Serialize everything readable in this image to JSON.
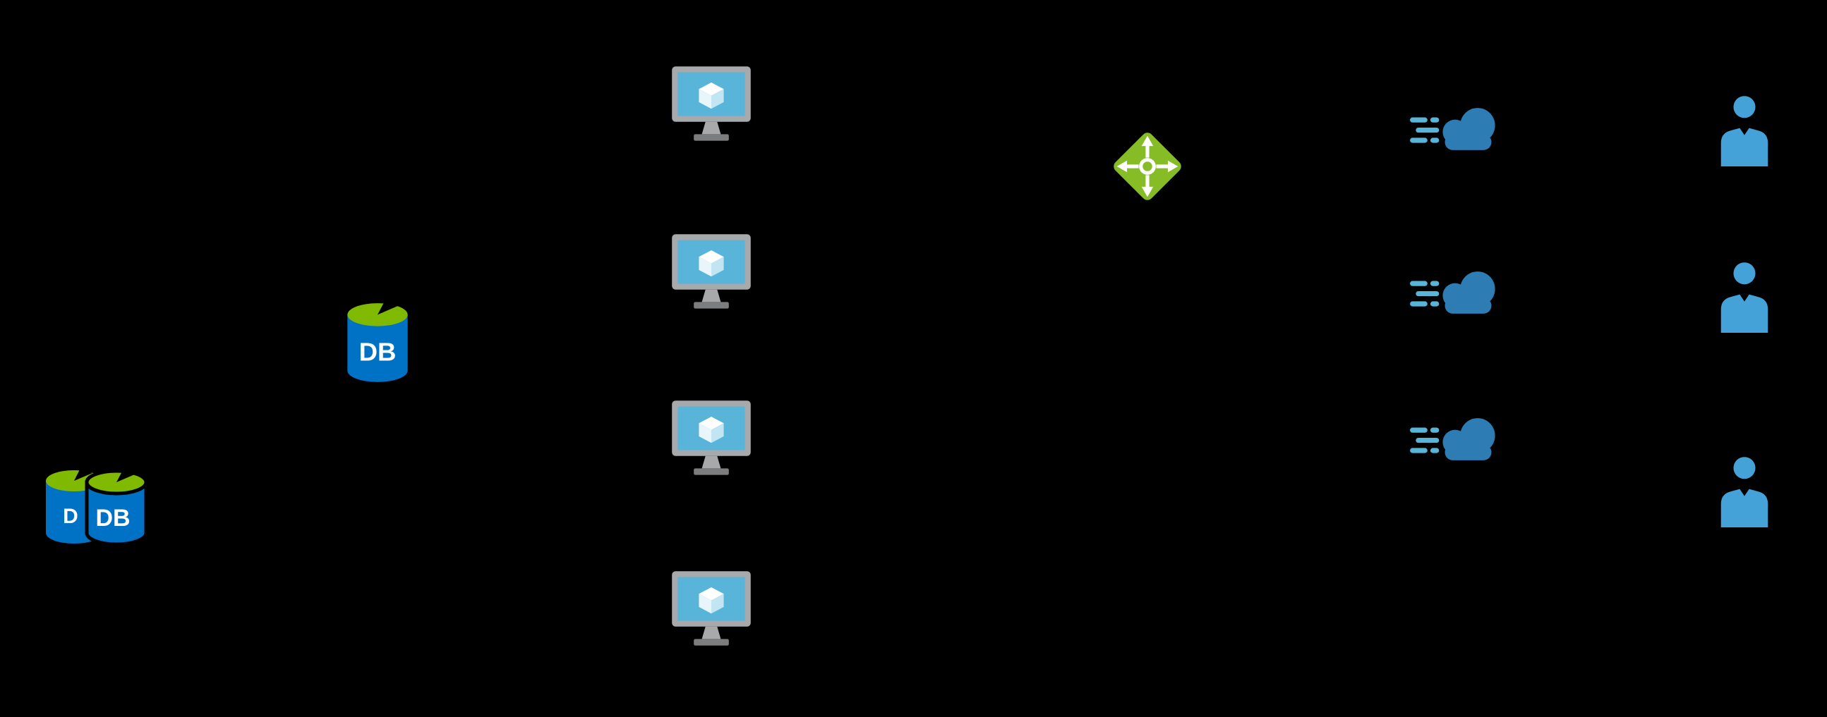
{
  "colors": {
    "background": "#000000",
    "white": "#FFFFFF",
    "db_body_blue": "#0072C6",
    "db_top_green": "#7FBA00",
    "vm_frame_gray": "#A7A9AB",
    "vm_base_gray": "#7C7D7E",
    "vm_screen_blue": "#59B4D9",
    "cube_white": "#FFFFFF",
    "cube_left": "#E8F6FB",
    "cube_right": "#C2E5F3",
    "lb_green": "#86BC25",
    "cloud_blue": "#2D7CB3",
    "cloud_line_blue": "#59B4D9",
    "user_blue": "#44A2D9"
  },
  "nodes": {
    "databases": {
      "icon": "stacked-database-icon",
      "back_label": "D",
      "front_label": "DB"
    },
    "database": {
      "icon": "database-icon",
      "label": "DB"
    },
    "virtual_machines": {
      "icon": "virtual-machine-icon",
      "count": 4
    },
    "load_balancer": {
      "icon": "load-balancer-icon"
    },
    "clouds": {
      "icon": "cloud-speed-icon",
      "count": 3
    },
    "users": {
      "icon": "user-icon",
      "count": 3
    }
  }
}
